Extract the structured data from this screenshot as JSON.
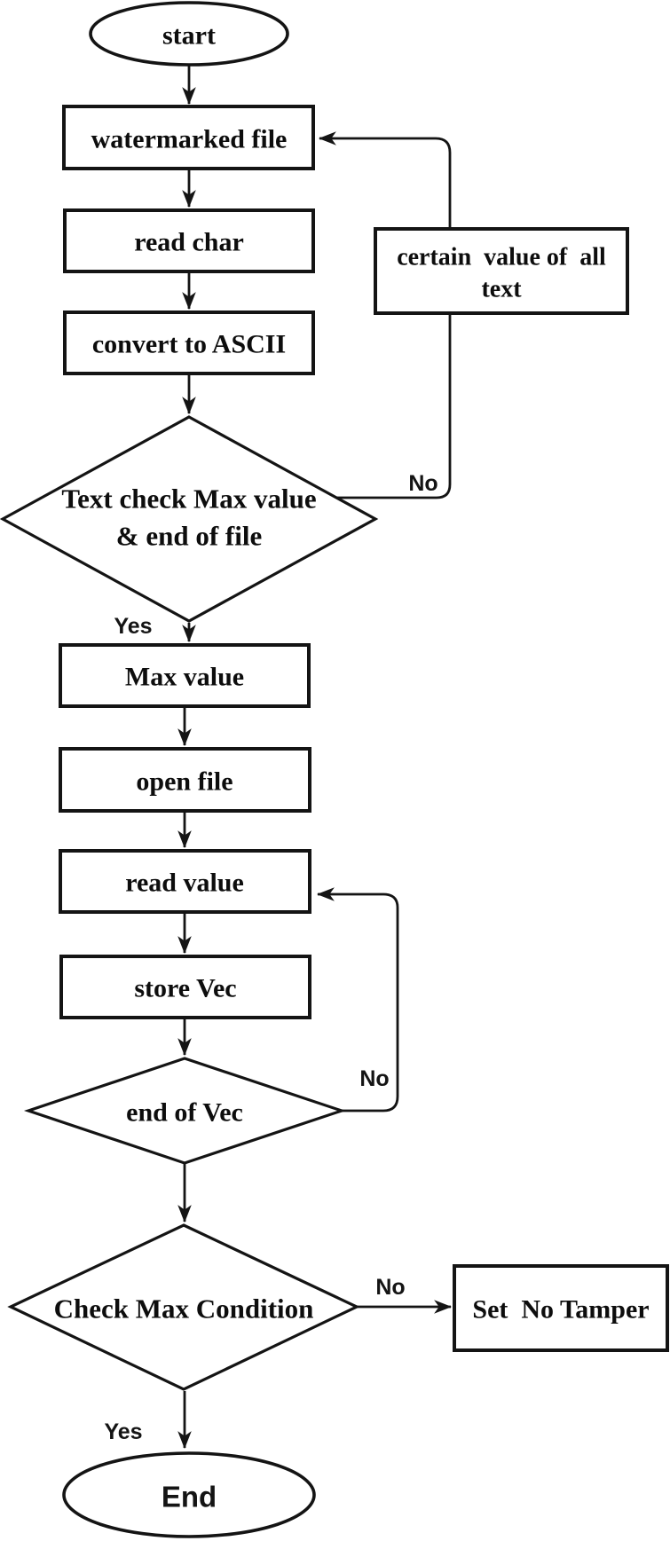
{
  "nodes": {
    "start": {
      "label": "start"
    },
    "watermarked": {
      "label": "watermarked file"
    },
    "read_char": {
      "label": "read char"
    },
    "convert_ascii": {
      "label": "convert to ASCII"
    },
    "text_check": {
      "line1": "Text check Max value",
      "line2": "& end of file"
    },
    "certain_value": {
      "line1": "certain  value of  all",
      "line2": "text"
    },
    "max_value": {
      "label": "Max value"
    },
    "open_file": {
      "label": "open file"
    },
    "read_value": {
      "label": "read value"
    },
    "store_vec": {
      "label": "store Vec"
    },
    "end_of_vec": {
      "label": "end of Vec"
    },
    "check_max": {
      "label": "Check Max Condition"
    },
    "set_no_tamper": {
      "label": "Set  No Tamper"
    },
    "end": {
      "label": "End"
    }
  },
  "edge_labels": {
    "text_check_yes": "Yes",
    "text_check_no": "No",
    "end_of_vec_no": "No",
    "check_max_no": "No",
    "check_max_yes": "Yes"
  },
  "colors": {
    "line": "#141414",
    "background": "#ffffff"
  }
}
